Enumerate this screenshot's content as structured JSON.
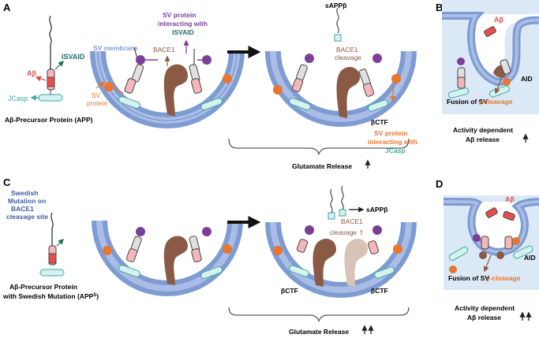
{
  "panels": {
    "a": "A",
    "b": "B",
    "c": "C",
    "d": "D"
  },
  "labels": {
    "ab": "Aβ",
    "isvaid": "ISVAID",
    "jcasp": "JCasp",
    "app": "Aβ-Precursor Protein (APP)",
    "sv_membrane": "SV membrane",
    "bace1": "BACE1",
    "sv_protein_1": "SV",
    "sv_protein_2": "protein",
    "sv_int_isvaid_1": "SV protein",
    "sv_int_isvaid_2": "interacting with",
    "sv_int_isvaid_3": "ISVAID",
    "sappb": "sAPPβ",
    "bace1_cleavage_1": "BACE1",
    "bace1_cleavage_2": "cleavage",
    "bctf": "βCTF",
    "sv_int_jcasp_1": "SV protein",
    "sv_int_jcasp_2": "interacting with",
    "sv_int_jcasp_3": "JCasp",
    "glutamate_a": "Glutamate Release",
    "ab_b": "Aβ",
    "aid": "AID",
    "fusion": "Fusion of SV",
    "gamma": "γ-cleavage",
    "activity_1": "Activity dependent",
    "activity_2": "Aβ release",
    "swedish_1": "Swedish",
    "swedish_2": "Mutation on",
    "swedish_3": "BACE1",
    "swedish_4": "cleavage site",
    "app_swe_1": "Aβ-Precursor Protein",
    "app_swe_2": "with Swedish Mutation (APP",
    "app_swe_sup": "S",
    "app_swe_3": ")",
    "sappb_c": "sAPPβ",
    "bace1_cleavage_c_1": "BACE1",
    "bace1_cleavage_c_2": "cleavage ⇧",
    "bctf_c1": "βCTF",
    "bctf_c2": "βCTF",
    "glutamate_c": "Glutamate Release",
    "ab_d": "Aβ",
    "aid_d": "AID",
    "fusion_d": "Fusion of SV",
    "gamma_d": "γ-cleavage",
    "activity_d_1": "Activity dependent",
    "activity_d_2": "Aβ release"
  },
  "colors": {
    "membrane_outer": "#7e9bd2",
    "membrane_inner": "#a9bde6",
    "cell_fill": "#dbe9f6",
    "bace1": "#8b5a44",
    "bace1_light": "#d7c4b6",
    "purple": "#7b3f98",
    "orange": "#e8762c",
    "teal": "#5fbfb4",
    "teal_fill": "#d6f1ee",
    "red": "#d9534f",
    "isvaid_green": "#1f6f5c",
    "jcasp_teal": "#3aa8a0",
    "swedish_blue": "#3e5fa8"
  }
}
